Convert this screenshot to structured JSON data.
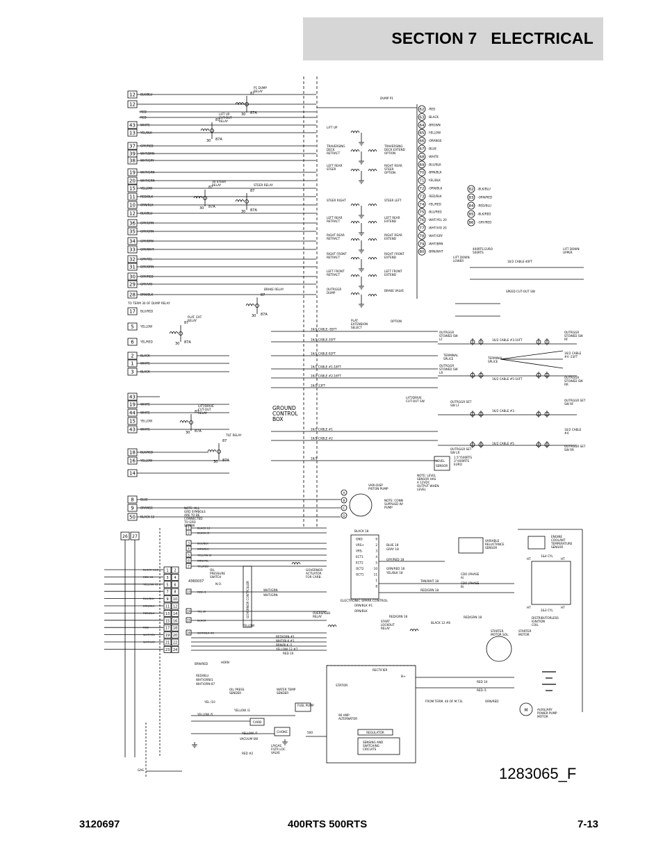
{
  "header": {
    "section": "SECTION 7",
    "title": "ELECTRICAL"
  },
  "footer": {
    "doc_number": "3120697",
    "models": "400RTS 500RTS",
    "page": "7-13"
  },
  "drawing_number": "1283065_F",
  "left_terminals": [
    {
      "n": "12",
      "label": "BLK/BLU"
    },
    {
      "n": "12",
      "label": ""
    },
    {
      "n": "",
      "label": "RED"
    },
    {
      "n": "",
      "label": "RED"
    },
    {
      "n": "43",
      "label": "WHITE"
    },
    {
      "n": "13",
      "label": "YEL/BLK"
    },
    {
      "n": "37",
      "label": "GRY/RED"
    },
    {
      "n": "39",
      "label": "WHT/BRN"
    },
    {
      "n": "38",
      "label": "WHT/GRY"
    },
    {
      "n": "19",
      "label": "WHT/GRN"
    },
    {
      "n": "20",
      "label": "WHT/GRN"
    },
    {
      "n": "15",
      "label": "YELLOW"
    },
    {
      "n": "11",
      "label": "RED/BLK"
    },
    {
      "n": "10",
      "label": "ORN/BLK"
    },
    {
      "n": "12",
      "label": "BLK/BLU"
    },
    {
      "n": "36",
      "label": "GRY/GRN"
    },
    {
      "n": "35",
      "label": "GRY/GRN"
    },
    {
      "n": "34",
      "label": "GRY/BRN"
    },
    {
      "n": "33",
      "label": "GRY/WHT"
    },
    {
      "n": "32",
      "label": "GRY/YEL"
    },
    {
      "n": "31",
      "label": "GRY/ORN"
    },
    {
      "n": "30",
      "label": "GRY/RED"
    },
    {
      "n": "29",
      "label": "GRY/VIO"
    },
    {
      "n": "28",
      "label": "BRN/BLK"
    }
  ],
  "left_terminals_2": [
    {
      "n": "17",
      "label": "BLU/RED"
    },
    {
      "n": "5",
      "label": "YELLOW"
    },
    {
      "n": "6",
      "label": "YEL/RED"
    },
    {
      "n": "2",
      "label": "BLACK"
    },
    {
      "n": "1",
      "label": "WHITE"
    },
    {
      "n": "3",
      "label": "BLACK"
    },
    {
      "n": "43",
      "label": ""
    },
    {
      "n": "19",
      "label": "WHITE"
    },
    {
      "n": "44",
      "label": "WHITE"
    },
    {
      "n": "15",
      "label": "YELLOW"
    },
    {
      "n": "43",
      "label": "WHITE"
    },
    {
      "n": "18",
      "label": "BLK/RED"
    },
    {
      "n": "16",
      "label": "YELLOW"
    },
    {
      "n": "14",
      "label": ""
    },
    {
      "n": "8",
      "label": "BLUE"
    },
    {
      "n": "9",
      "label": "ORANGE"
    },
    {
      "n": "50",
      "label": "BLACK 12"
    }
  ],
  "right_terminals_a": [
    {
      "n": "62",
      "label": "-RED"
    },
    {
      "n": "63",
      "label": "-BLACK"
    },
    {
      "n": "64",
      "label": "-BROWN"
    },
    {
      "n": "65",
      "label": "-YELLOW"
    },
    {
      "n": "66",
      "label": "-ORANGE"
    },
    {
      "n": "67",
      "label": "-BLUE"
    },
    {
      "n": "68",
      "label": "-WHITE"
    },
    {
      "n": "69",
      "label": "-BLU/BLK"
    },
    {
      "n": "70",
      "label": "-BRN/BLK"
    },
    {
      "n": "71",
      "label": "-YEL/BLK"
    },
    {
      "n": "72",
      "label": "-ORN/BLK"
    },
    {
      "n": "73",
      "label": "-RED/BLK"
    },
    {
      "n": "74",
      "label": "-YEL/RED"
    },
    {
      "n": "75",
      "label": "-BLU/RED"
    },
    {
      "n": "76",
      "label": "-WHT/YEL 20"
    },
    {
      "n": "77",
      "label": "-WHT/VIO 20"
    },
    {
      "n": "78",
      "label": "-WHT/GRY"
    },
    {
      "n": "79",
      "label": "-WHT/BRN"
    },
    {
      "n": "80",
      "label": "-BRN/WHT"
    }
  ],
  "right_terminals_b": [
    {
      "n": "82",
      "label": "-BLK/BLU"
    },
    {
      "n": "83",
      "label": "-ORN/RED"
    },
    {
      "n": "84",
      "label": "-RED/BLU"
    },
    {
      "n": "85",
      "label": "-BLK/RED"
    },
    {
      "n": "86",
      "label": "-GRY/RED"
    }
  ],
  "valves_left": [
    {
      "label": "LIFT UP"
    },
    {
      "label": "TRAVERSING DECK RETRACT"
    },
    {
      "label": "LEFT REAR STEER"
    },
    {
      "label": "STEER RIGHT"
    },
    {
      "label": "LEFT REAR RETRACT"
    },
    {
      "label": "RIGHT REAR RETRACT"
    },
    {
      "label": "RIGHT FRONT RETRACT"
    },
    {
      "label": "LEFT FRONT RETRACT"
    },
    {
      "label": "OUTRGGR DUMP"
    }
  ],
  "valves_right": [
    {
      "label": "TRAVERSING DECK EXTEND OPTION"
    },
    {
      "label": "RIGHT REAR STEER OPTION"
    },
    {
      "label": "STEER LEFT"
    },
    {
      "label": "LEFT REAR EXTEND"
    },
    {
      "label": "RIGHT REAR EXTEND"
    },
    {
      "label": "RIGHT FRONT EXTEND"
    },
    {
      "label": "LEFT FRONT EXTEND"
    },
    {
      "label": "BRAKE VALVE"
    }
  ],
  "cables": [
    "16/2 CABLE- 85FT",
    "16/2 CABLE-35FT",
    "16/2 CABLE-92FT",
    "16/2 CABLE #1-18FT",
    "16/2 CABLE #2-16FT",
    "16/2-13FT",
    "16/2 CABLE #1",
    "16/2 CABLE #2",
    "16/3"
  ],
  "relays": {
    "p1": "P1 DUMP RELAY",
    "lift_up": "LIFT UP CUT-OUT RELAY",
    "steer": "30 STEER RELAY",
    "steer2": "STEER RELAY",
    "brake": "BRAKE RELAY",
    "plat_ext": "PLAT. EXT. RELAY",
    "lift_drive": "LIFT/DRIVE CUT-OUT RELAY",
    "tilt": "TILT RELAY",
    "to_term": "TO TERM 30 OF DUMP RELAY"
  },
  "labels": {
    "dump_p1": "DUMP P1",
    "ground_box": "GROUND CONTROL BOX",
    "plat_ext_select": "PLAT EXTENSION SELECT",
    "option": "OPTION",
    "lift_drive_sw": "LIFT/DRIVE CUT-OUT SW",
    "level_sensor": "LEVEL SENSOR",
    "level_note": "1.5°/500RTS 3°/400RTS EURO",
    "level_note2": "NOTE: LEVEL SENSOR HAS A 12VDC OUTPUT WHEN LEVEL",
    "pump": "VARI-DISP PISTON PUMP",
    "pump_note": "NOTE: CONN SUPPLIED W/ PUMP",
    "gnd_note": "NOTE: ALL GRD SYMBOLS ARE TO BE CONNECTED TO GRD SCREW",
    "euro": "400RTS EURO 500RTS",
    "lift_down_lower": "LIFT DOWN LOWER",
    "lift_down_upper": "LIFT DOWN UPPER",
    "cable_40": "16/2 CABLE-40FT",
    "speed_sw": "SPEED CUT-OUT SW",
    "os_lf": "OUTRGGR STOWED SW LF",
    "os_rf": "OUTRGGR STOWED SW RF",
    "os_lr": "OUTRGGR STOWED SW LR",
    "os_rr": "OUTRGGR STOWED SW RR",
    "set_lf": "OUTRGGR SET SW LF",
    "set_rf": "OUTRGGR SET SW RF",
    "set_lr": "OUTRGGR SET SW LR",
    "set_rr": "OUTRGGR SET SW RR",
    "term_splice": "TERMINAL SPLICE",
    "cable_3_10": "16/2 CABLE #3-10FT",
    "cable_5_10": "16/2 CABLE #5-10FT",
    "cable_4_23": "16/2 CABLE #4 -23FT",
    "cable_3": "16/2 CABLE #3",
    "cable_5": "16/2 CABLE #5",
    "cable_4": "16/2 CABLE #4",
    "esc": "ELECTRONIC SPARK CONTROL",
    "vr_sensor": "VARIABLE RELUCTANCE SENSOR",
    "coolant": "ENGINE COOLANT TEMPERATURE SENSOR",
    "coil": "DISTRIBUTORLESS IGNITION COIL",
    "starter": "STARTER MOTOR SOL.",
    "starter_motor": "STARTER MOTOR",
    "aux_motor": "AUXILIARY POWER PUMP MOTOR",
    "governor": "GOVERNOR CONTROLLER",
    "gov_act": "GOVERNOR ACTUATOR FOR CARB.",
    "overspeed": "OVERSPEED RELAY",
    "start_lockout": "START LOCKOUT RELAY",
    "oil_sw": "OIL PRESSURE SWITCH",
    "oil_sender": "OIL PRESS SENDER",
    "water_sender": "WATER TEMP SENDER",
    "fuel_pump": "FUEL PUMP",
    "carb": "CARB",
    "choke": "CHOKE",
    "vacuum": "VACUUM SW",
    "lp_valve": "LP/GAS FILTR LOC VALVE",
    "horn": "HORN",
    "stator": "STATOR",
    "rectifier": "RECTIFIER",
    "alternator": "90 AMP ALTERNATOR",
    "regulator": "REGULATOR",
    "sensing": "SENSING AND SWITCHING CIRCUITS",
    "from_term": "FROM TERM. 40 OF M.T.B.",
    "cdo_a": "CDO (PHASE A)",
    "cdo_b": "CDO (PHASE B)",
    "part_4360037": "4360037",
    "gas": "GAS",
    "batt_plus": "B+",
    "cyl14": "1&4 CYL",
    "cyl23": "2&3 CYL",
    "ht": "HT",
    "sat_n": "N.O."
  },
  "esc_pins": [
    {
      "p": "9",
      "n": "GND"
    },
    {
      "p": "2",
      "n": "VRS+"
    },
    {
      "p": "3",
      "n": "VRS-"
    },
    {
      "p": "4",
      "n": "ECT1"
    },
    {
      "p": "5",
      "n": "ECT2"
    },
    {
      "p": "10",
      "n": "OCT2"
    },
    {
      "p": "11",
      "n": "OCT1"
    },
    {
      "p": "1",
      "n": ""
    },
    {
      "p": "8",
      "n": ""
    }
  ],
  "esc_wires": [
    "BLACK 18",
    "BLUE 18",
    "GRAY 18",
    "GRY/RED 18",
    "GRN/RED 18",
    "YEL/BLK 18",
    "TAN/WHT 18",
    "RED/GRN 18",
    "ORN/BLK #1",
    "ORN/BLK",
    "RED/GRN 18"
  ],
  "engine_terms": [
    {
      "n": "1",
      "label": "BLACK 12"
    },
    {
      "n": "2",
      "label": "BLACK /2"
    },
    {
      "n": "3",
      "label": "BLU/BLK"
    },
    {
      "n": "4",
      "label": "BRN/BLK"
    },
    {
      "n": "5",
      "label": "YELLOW /2"
    },
    {
      "n": "6",
      "label": "BRN/YEL"
    },
    {
      "n": "7",
      "label": "YEL/RED"
    },
    {
      "n": "13",
      "label": "RED /1"
    },
    {
      "n": "14",
      "label": "YEL /8"
    },
    {
      "n": "15",
      "label": "BLACK"
    },
    {
      "n": "16",
      "label": "WHT/BLK #2"
    }
  ],
  "conn_pins": [
    {
      "n": "1",
      "w": "BLACK 12/2"
    },
    {
      "n": "3",
      "w": "RED 18"
    },
    {
      "n": "5",
      "w": "YELLOW 12"
    },
    {
      "n": "7",
      "w": ""
    },
    {
      "n": "9",
      "w": "BLU/BLK"
    },
    {
      "n": "11",
      "w": "BRN/BLK"
    },
    {
      "n": "13",
      "w": "RED/BLU"
    },
    {
      "n": "15",
      "w": ""
    },
    {
      "n": "17",
      "w": "RED"
    },
    {
      "n": "19",
      "w": "WHT/YEL"
    },
    {
      "n": "21",
      "w": "WHT/VIO"
    },
    {
      "n": "23",
      "w": ""
    }
  ],
  "lower_wires": [
    "RED/GRN #1",
    "WHT/BLK #1",
    "BRN/BLK /1",
    "YELLOW 12 #7",
    "RED 10",
    "BLACK 12 #8",
    "RED/GRN 18",
    "RED 10",
    "RED /1",
    "ORN/RED",
    "YELLOW /3",
    "YELLOW /5",
    "YELLOW /7",
    "RED #2",
    "500",
    "WHT/GRN",
    "WHT/GRN",
    "YELLOW",
    "BRN/RED",
    "RED/BLU",
    "WHT/ORN/1",
    "WHT/ORN 87",
    "YEL /10",
    "WHT/GRY",
    "RED/BLK"
  ],
  "colors": {
    "header_bg": "#d6d6d6",
    "line": "#000000",
    "page_bg": "#ffffff"
  }
}
